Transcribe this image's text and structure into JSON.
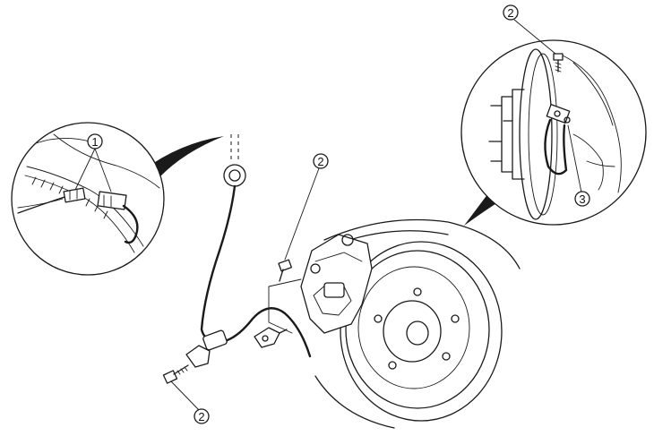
{
  "callouts": {
    "harness_connector": "1",
    "bolt_top_inset": "2",
    "bolt_bracket": "2",
    "bolt_bottom": "2",
    "sensor": "3"
  },
  "colors": {
    "line": "#1a1a1a",
    "background": "#ffffff"
  }
}
